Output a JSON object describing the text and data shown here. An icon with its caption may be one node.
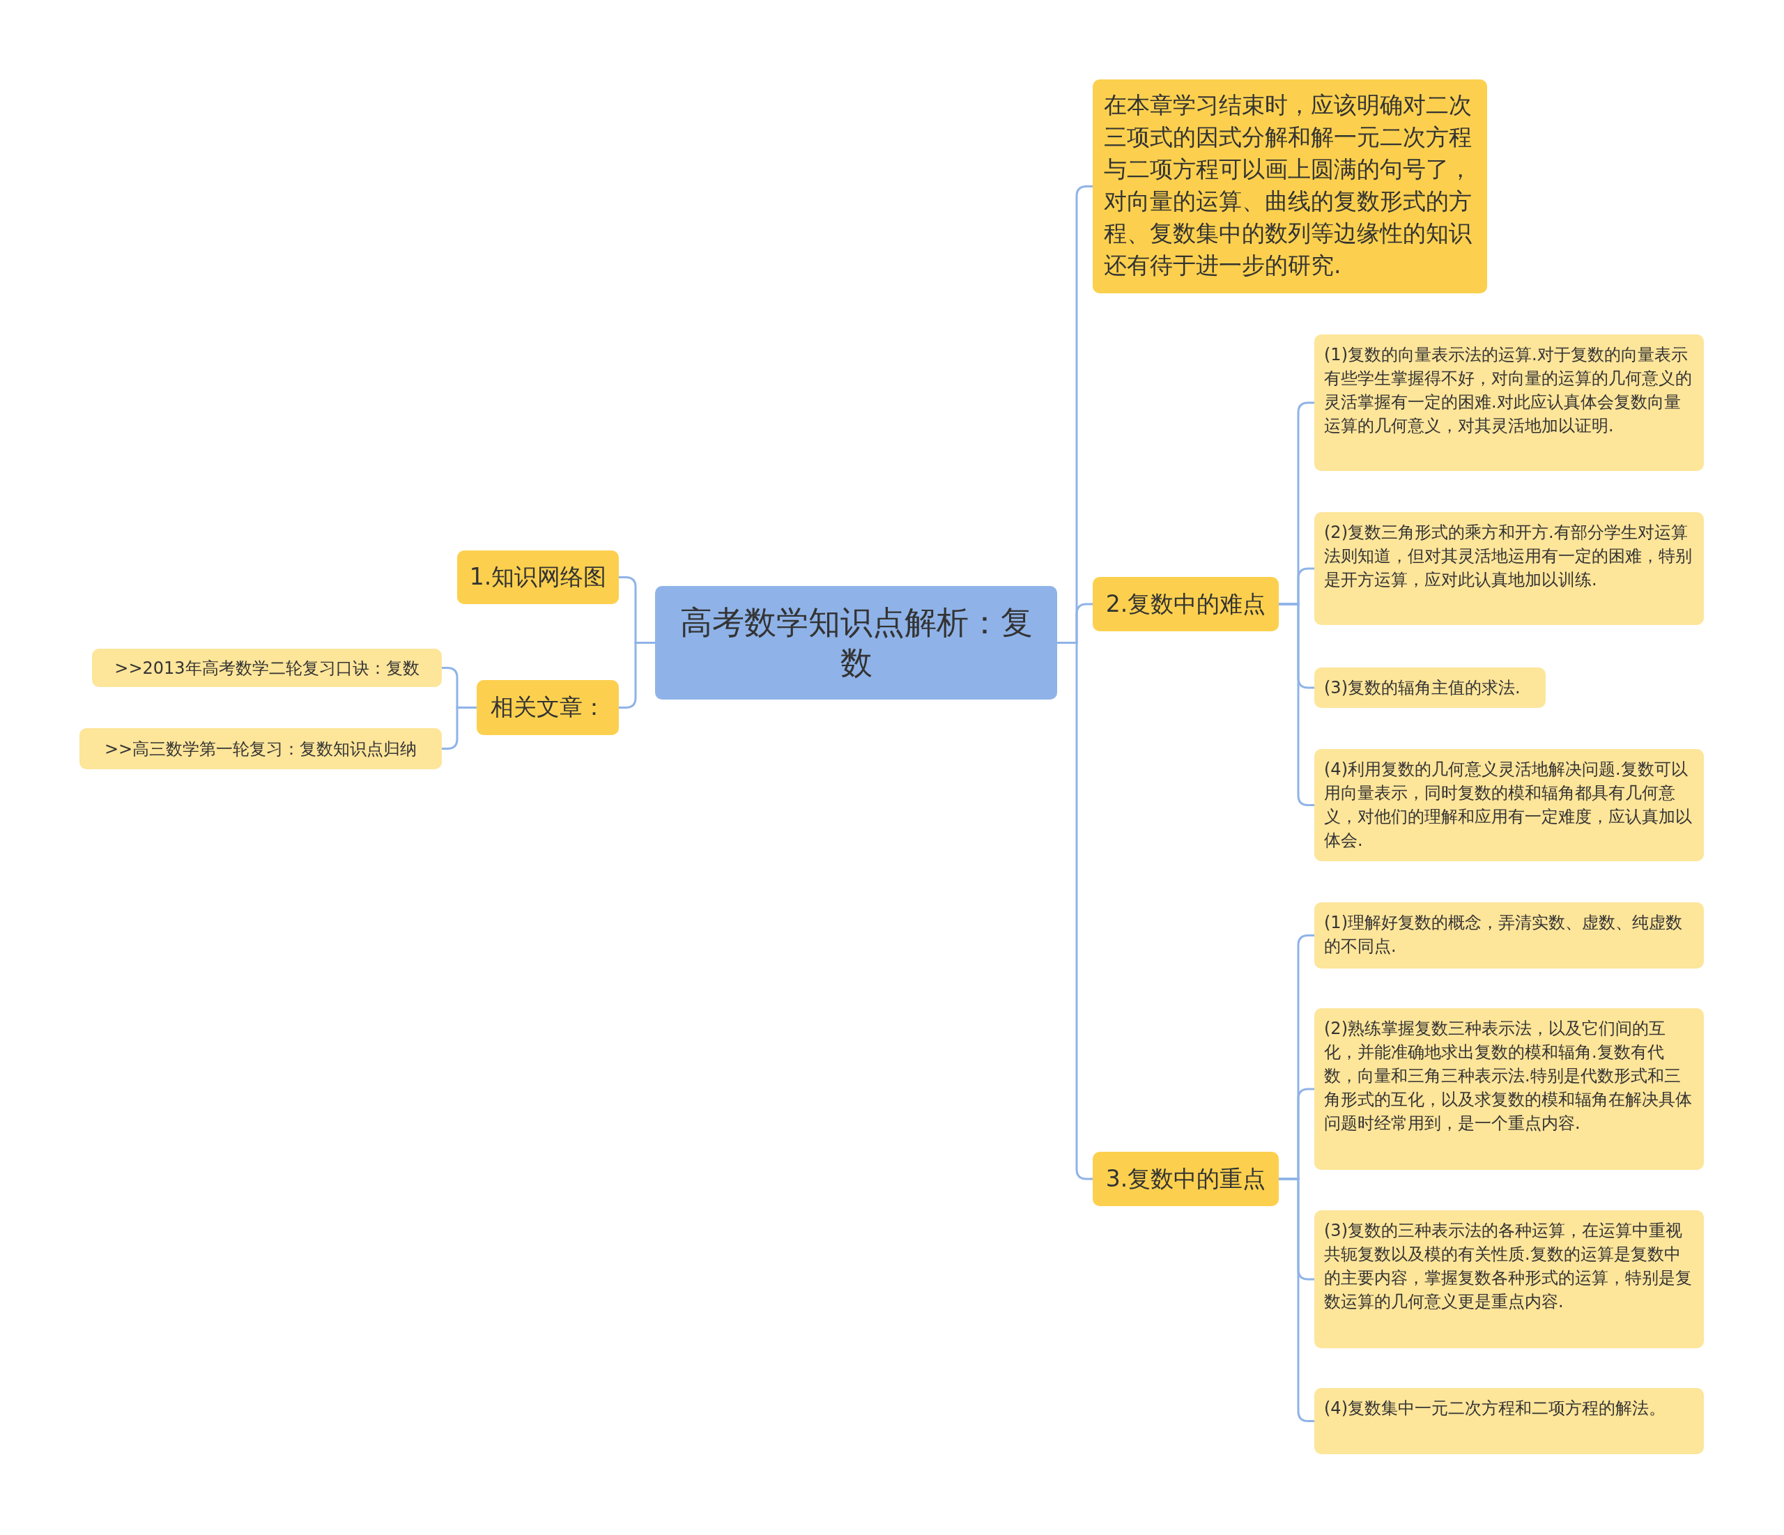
{
  "diagram": {
    "nodes": [
      {
        "text": [
          "高考数学知识点解析：复数"
        ]
      },
      {
        "text": [
          "1.知识网络图"
        ]
      },
      {
        "text": [
          "相关文章："
        ]
      },
      {
        "text": [
          ">>2013年高考数学二轮复习口诀：复数"
        ]
      },
      {
        "text": [
          ">>高三数学第一轮复习：复数知识点归纳"
        ]
      },
      {
        "text": [
          "在本章学习结束时，应该明确对二次三项式的因式分解和解一元二次方程与二项方程可以画上圆满的句号了，对向量的运算、曲线的复数形式的方程、复数集中的数列等边缘性的知识还有待于进一步的研究."
        ]
      },
      {
        "text": [
          "2.复数中的难点"
        ]
      },
      {
        "text": [
          "(1)复数的向量表示法的运算.对于复数的向量表示有些学生掌握得不好，对向量的运算的几何意义的灵活掌握有一定的困难.对此应认真体会复数向量运算的几何意义，对其灵活地加以证明."
        ]
      },
      {
        "text": [
          "(2)复数三角形式的乘方和开方.有部分学生对运算法则知道，但对其灵活地运用有一定的困难，特别是开方运算，应对此认真地加以训练."
        ]
      },
      {
        "text": [
          "(3)复数的辐角主值的求法."
        ]
      },
      {
        "text": [
          "(4)利用复数的几何意义灵活地解决问题.复数可以用向量表示，同时复数的模和辐角都具有几何意义，对他们的理解和应用有一定难度，应认真加以体会."
        ]
      },
      {
        "text": [
          "3.复数中的重点"
        ]
      },
      {
        "text": [
          "(1)理解好复数的概念，弄清实数、虚数、纯虚数的不同点."
        ]
      },
      {
        "text": [
          "(2)熟练掌握复数三种表示法，以及它们间的互化，并能准确地求出复数的模和辐角.复数有代数，向量和三角三种表示法.特别是代数形式和三角形式的互化，以及求复数的模和辐角在解决具体问题时经常用到，是一个重点内容."
        ]
      },
      {
        "text": [
          "(3)复数的三种表示法的各种运算，在运算中重视共轭复数以及模的有关性质.复数的运算是复数中的主要内容，掌握复数各种形式的运算，特别是复数运算的几何意义更是重点内容."
        ]
      },
      {
        "text": [
          "(4)复数集中一元二次方程和二项方程的解法。"
        ]
      }
    ],
    "edges": [
      {
        "from": 0,
        "to": 1,
        "arrow": "none"
      },
      {
        "from": 0,
        "to": 2,
        "arrow": "none"
      },
      {
        "from": 2,
        "to": 3,
        "arrow": "none"
      },
      {
        "from": 2,
        "to": 4,
        "arrow": "none"
      },
      {
        "from": 0,
        "to": 5,
        "arrow": "none"
      },
      {
        "from": 0,
        "to": 6,
        "arrow": "none"
      },
      {
        "from": 6,
        "to": 7,
        "arrow": "none"
      },
      {
        "from": 6,
        "to": 8,
        "arrow": "none"
      },
      {
        "from": 6,
        "to": 9,
        "arrow": "none"
      },
      {
        "from": 6,
        "to": 10,
        "arrow": "none"
      },
      {
        "from": 0,
        "to": 11,
        "arrow": "none"
      },
      {
        "from": 11,
        "to": 12,
        "arrow": "none"
      },
      {
        "from": 11,
        "to": 13,
        "arrow": "none"
      },
      {
        "from": 11,
        "to": 14,
        "arrow": "none"
      },
      {
        "from": 11,
        "to": 15,
        "arrow": "none"
      }
    ]
  }
}
